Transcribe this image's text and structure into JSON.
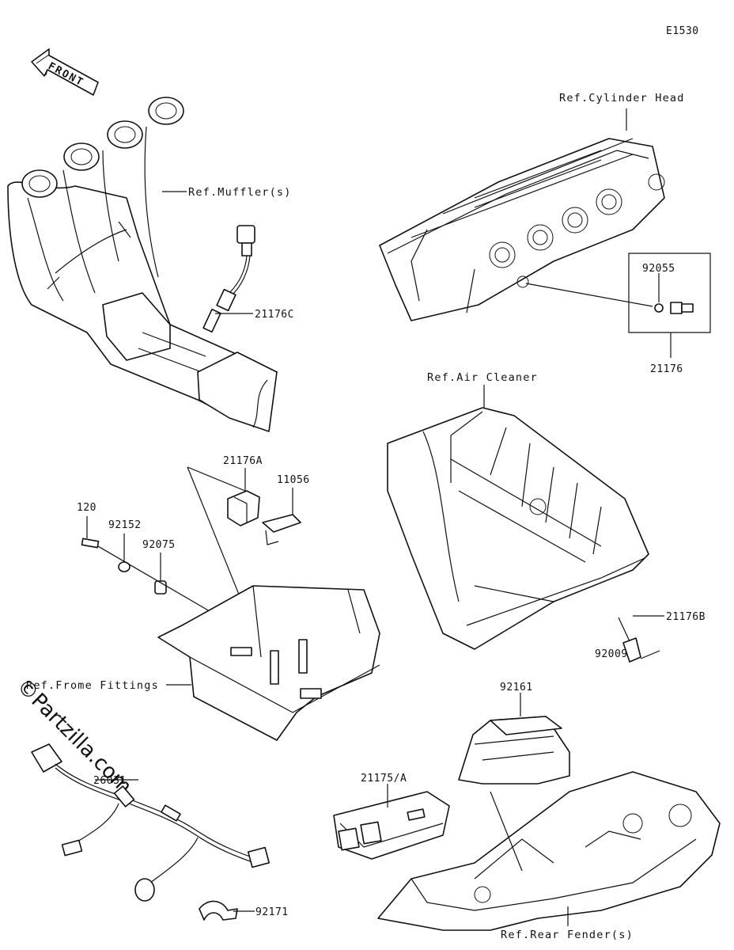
{
  "diagram_code": "E1530",
  "front_indicator": "FRONT",
  "watermark": "©Partzilla.com",
  "part_labels": {
    "p21176C": "21176C",
    "p92055": "92055",
    "p21176": "21176",
    "p21176A": "21176A",
    "p11056": "11056",
    "p120": "120",
    "p92152": "92152",
    "p92075": "92075",
    "p21176B": "21176B",
    "p92009": "92009",
    "p92161": "92161",
    "p21175A": "21175/A",
    "p26031": "26031",
    "p92171": "92171"
  },
  "ref_labels": {
    "cylinder_head": "Ref.Cylinder Head",
    "mufflers": "Ref.Muffler(s)",
    "air_cleaner": "Ref.Air Cleaner",
    "frame_fittings": "Ref.Frome Fittings",
    "rear_fender": "Ref.Rear Fender(s)"
  }
}
